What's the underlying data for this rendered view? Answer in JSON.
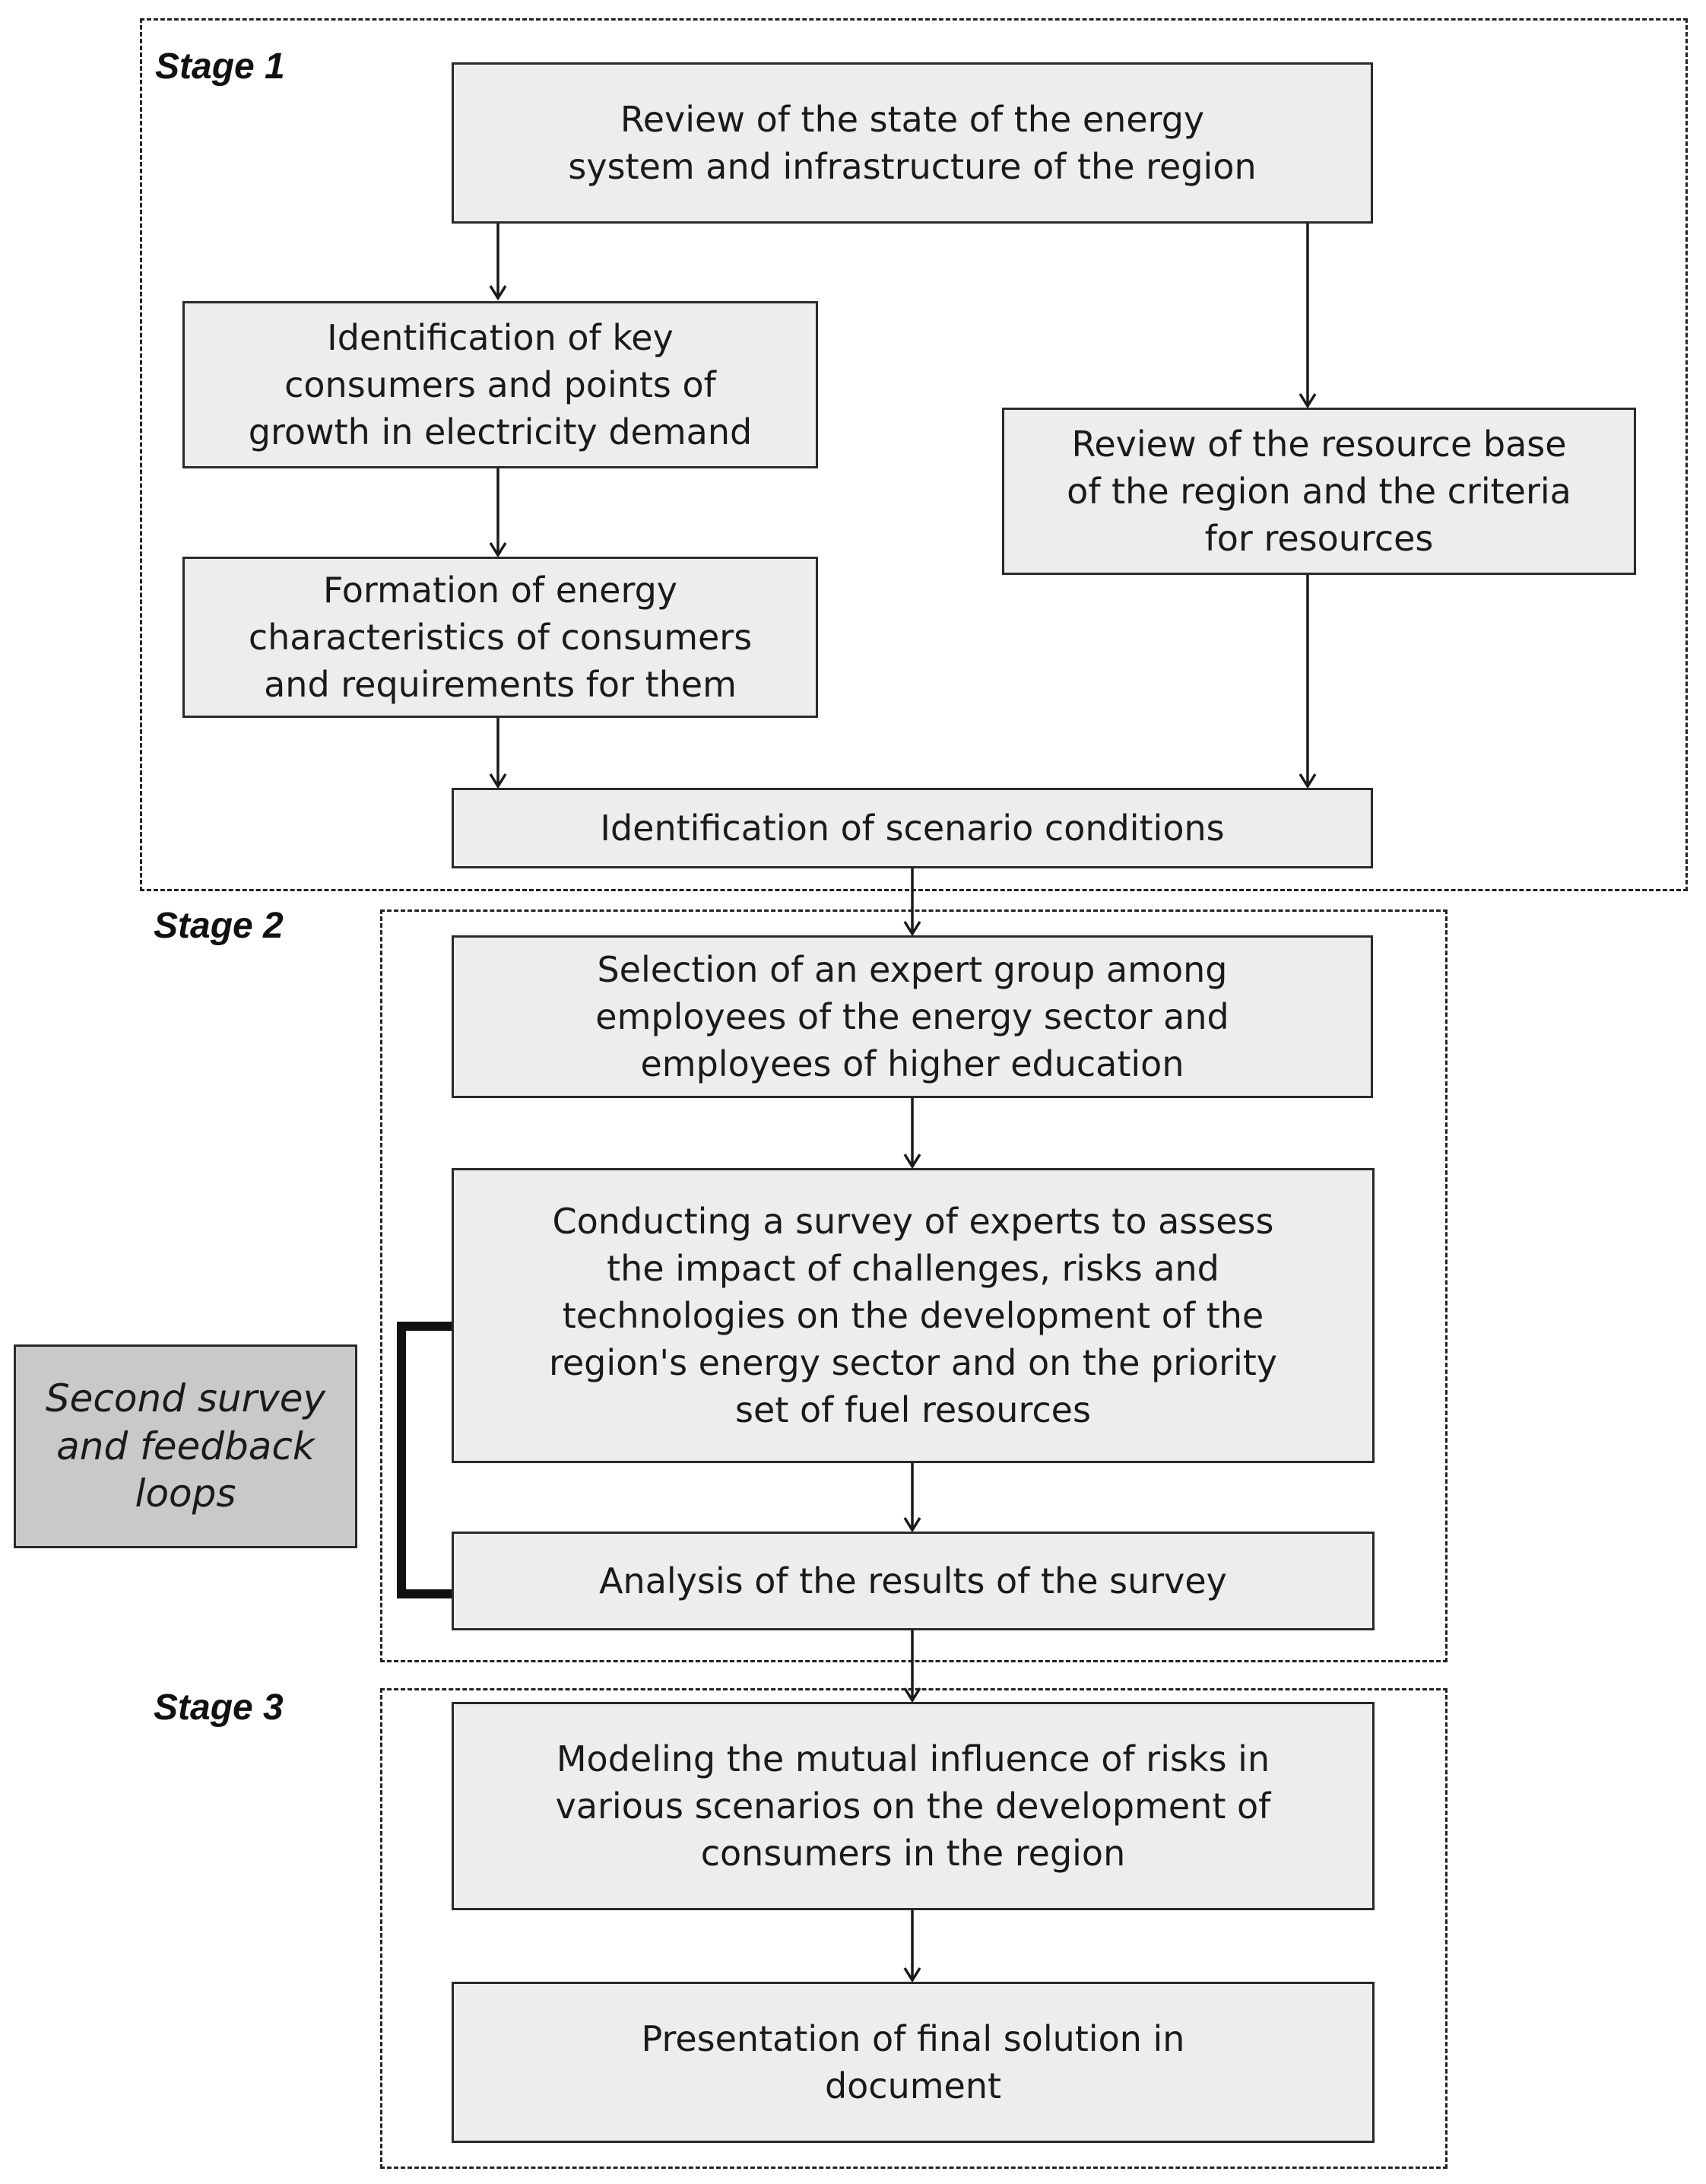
{
  "stages": {
    "stage1_label": "Stage 1",
    "stage2_label": "Stage 2",
    "stage3_label": "Stage 3"
  },
  "boxes": {
    "review_energy_system": "Review of the state of the energy\nsystem and infrastructure of the region",
    "identification_key_consumers": "Identification of key\nconsumers and points of\ngrowth in electricity demand",
    "review_resource_base": "Review of the resource base\nof the region and the criteria\nfor resources",
    "formation_energy_characteristics": "Formation of energy\ncharacteristics of consumers\nand requirements for them",
    "identification_scenario_conditions": "Identification of scenario conditions",
    "selection_expert_group": "Selection of an expert group among\nemployees of the energy sector and\nemployees of higher education",
    "conducting_survey": "Conducting a survey of experts to assess\nthe impact of challenges, risks and\ntechnologies on the development of the\nregion's energy sector and on the priority\nset of fuel resources",
    "analysis_results": "Analysis of the results of the survey",
    "modeling_mutual_influence": "Modeling the mutual influence of risks in\nvarious scenarios on the development of\nconsumers in the region",
    "presentation_final_solution": "Presentation of final solution in\ndocument",
    "second_survey_feedback": "Second survey\nand feedback\nloops"
  },
  "colors": {
    "box_fill": "#ededed",
    "feedback_fill": "#c9c9c9",
    "line": "#1a1a1a"
  }
}
